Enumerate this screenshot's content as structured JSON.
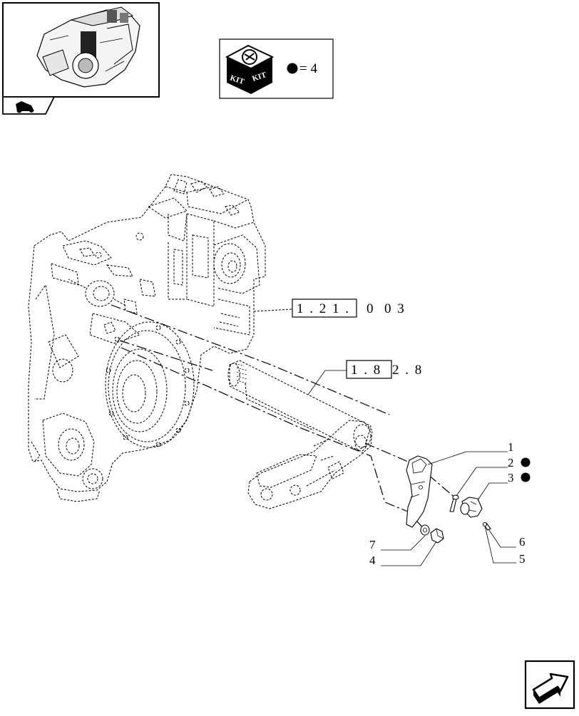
{
  "kit": {
    "icon_top_text": "KIT",
    "icon_side_text": "KIT",
    "equals_label": "= 4"
  },
  "references": [
    {
      "boxed": "1 . 2 1 .",
      "rest": "0  0 3"
    },
    {
      "boxed": "1 . 8",
      "rest": "2 . 8"
    }
  ],
  "callouts": [
    {
      "number": "1",
      "kit_marked": false
    },
    {
      "number": "2",
      "kit_marked": true
    },
    {
      "number": "3",
      "kit_marked": true
    },
    {
      "number": "6",
      "kit_marked": false
    },
    {
      "number": "5",
      "kit_marked": false
    },
    {
      "number": "7",
      "kit_marked": false
    },
    {
      "number": "4",
      "kit_marked": false
    }
  ],
  "icons": {
    "thumbnail": "assembly-thumbnail-icon",
    "folder_tab": "tractor-tab-icon",
    "next_page": "next-page-arrow-icon",
    "kit_marker": "filled-dot-icon"
  }
}
